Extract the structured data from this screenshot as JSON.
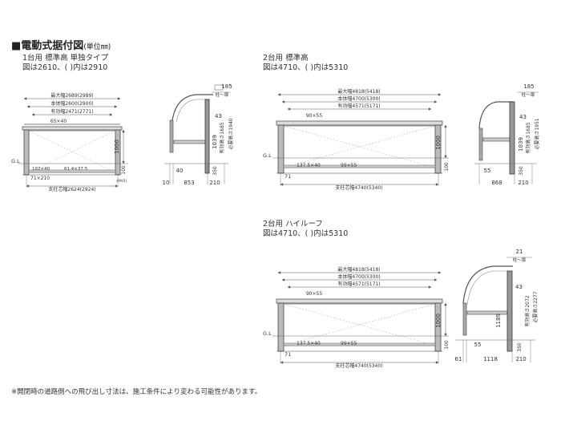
{
  "title": {
    "main": "■電動式据付図",
    "unit": "(単位㎜)"
  },
  "diagrams": {
    "single": {
      "heading": [
        "1台用 標準高 単独タイプ",
        "図は2610、( )内は2910"
      ],
      "front_labels": {
        "max_width": "最大幅2689(2989)",
        "body_width": "本体幅2600(2900)",
        "effective_width": "有効幅2471(2771)",
        "beam": "65×40",
        "gl": "G.L",
        "post_main": "102×40",
        "post_sub": "61.4×37.5",
        "post_base": "71×210",
        "anchor": "4M(5)",
        "post_spacing": "支柱芯幅2624(2924)",
        "height": "1000",
        "depth": "100"
      },
      "side_labels": {
        "top_offset": "185",
        "pillar_gap": "柱～扉",
        "roof_offset": "43",
        "effective_height": "有効高さ1685",
        "required_height": "必要高さ1940",
        "height": "1039",
        "base_h": "350",
        "post_w": "40",
        "left": "10",
        "depth": "853",
        "right": "210"
      }
    },
    "double": {
      "heading": [
        "2台用 標準高",
        "図は4710、( )内は5310"
      ],
      "front_labels": {
        "max_width": "最大幅4818(5418)",
        "body_width": "本体幅4700(5300)",
        "effective_width": "有効幅4571(5171)",
        "beam": "90×55",
        "gl": "G.L",
        "post_main": "137.5×40",
        "post_sub": "99×55",
        "base": "71",
        "post_spacing": "支柱芯幅4740(5340)",
        "height": "1000",
        "depth": "100"
      },
      "side_labels": {
        "top_offset": "185",
        "pillar_gap": "柱～扉",
        "roof_offset": "43",
        "effective_height": "有効高さ1685",
        "required_height": "必要高さ1951",
        "height": "1039",
        "base_h": "350",
        "post_w": "55",
        "depth": "868",
        "right": "210"
      }
    },
    "high_roof": {
      "heading": [
        "2台用 ハイルーフ",
        "図は4710、( )内は5310"
      ],
      "front_labels": {
        "max_width": "最大幅4818(5418)",
        "body_width": "本体幅4700(5300)",
        "effective_width": "有効幅4571(5171)",
        "beam": "90×55",
        "gl": "G.L",
        "post_main": "137.5×40",
        "post_sub": "99×55",
        "base": "71",
        "post_spacing": "支柱芯幅4740(5340)",
        "height": "1000",
        "depth": "100"
      },
      "side_labels": {
        "top_offset": "21",
        "pillar_gap": "柱～扉",
        "roof_offset": "43",
        "effective_height": "有効高さ2072",
        "required_height": "必要高さ2277",
        "height": "1189",
        "base_h": "350",
        "post_w": "55",
        "left": "61",
        "depth": "1118",
        "right": "210"
      }
    }
  },
  "note": "※開閉時の道路側への飛び出し寸法は、施工条件により変わる可能性があります。"
}
